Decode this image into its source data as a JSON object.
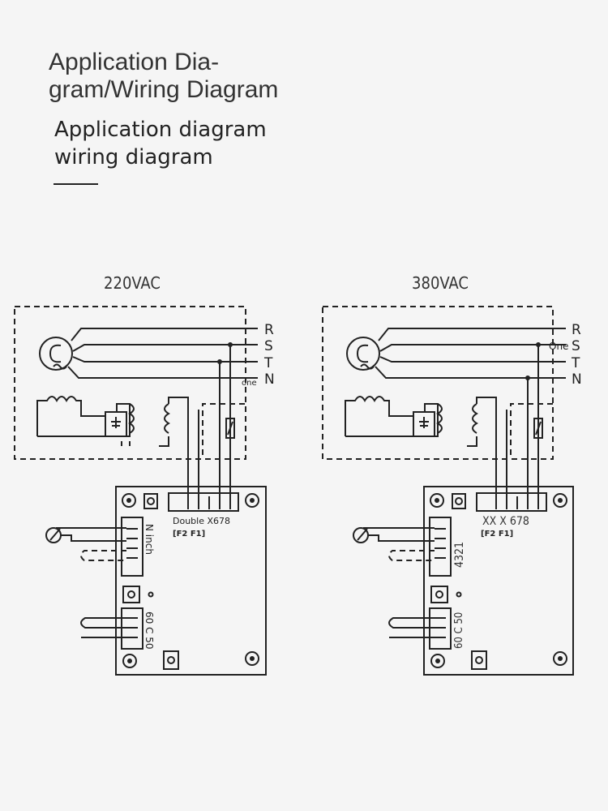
{
  "header": {
    "title": "Application Dia- gram/Wiring Diagram",
    "subtitle_line1": "Application diagram",
    "subtitle_line2": "wiring diagram"
  },
  "diagrams": [
    {
      "voltage": "220VAC",
      "phases": [
        "R",
        "S",
        "T",
        "N"
      ],
      "small_label": "one",
      "connector_label": "Double X678",
      "fuse_label": "[F2 F1]",
      "side_label": "N inch",
      "bottom_label": "60 C 50"
    },
    {
      "voltage": "380VAC",
      "phases": [
        "R",
        "S",
        "T",
        "N"
      ],
      "small_label": "One",
      "connector_label": "XX X 678",
      "fuse_label": "[F2 F1]",
      "side_label": "4321",
      "bottom_label": "60 C 50"
    }
  ]
}
